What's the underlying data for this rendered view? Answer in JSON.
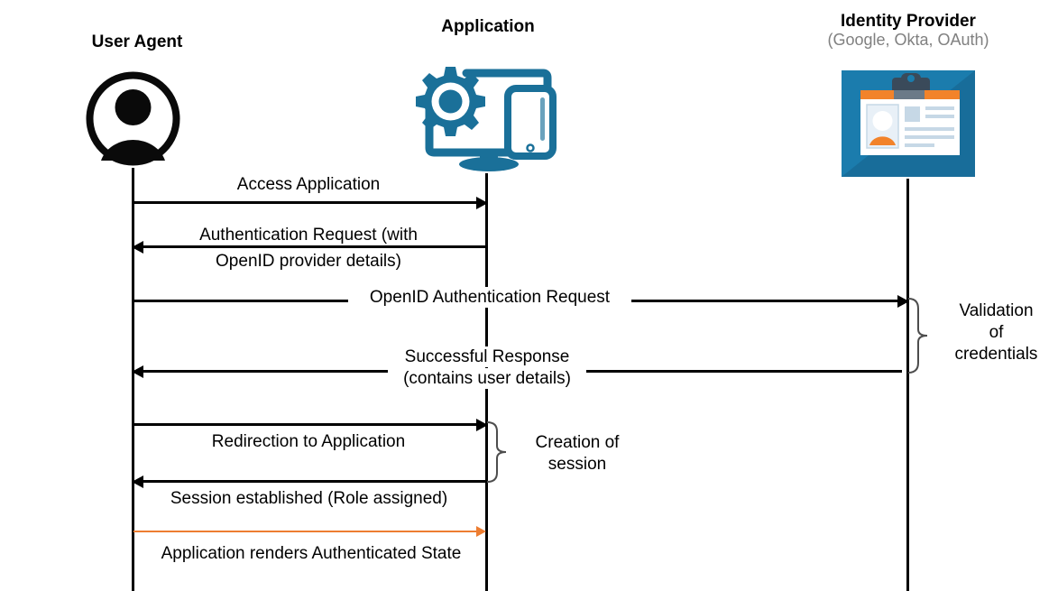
{
  "diagram": {
    "title": "OpenID Connect authentication sequence",
    "colors": {
      "line": "#000000",
      "accent_orange": "#ED7D31",
      "app_icon_blue": "#1A7099",
      "idp_icon_blue": "#1B7CAD",
      "idp_icon_blue_dark": "#15618A",
      "idp_accent_orange": "#F2832A",
      "subtitle_gray": "#808080"
    }
  },
  "actors": [
    {
      "id": "user-agent",
      "title": "User Agent",
      "subtitle": "",
      "icon": "user-circle-icon"
    },
    {
      "id": "application",
      "title": "Application",
      "subtitle": "",
      "icon": "monitor-gear-mobile-icon"
    },
    {
      "id": "identity-provider",
      "title": "Identity Provider",
      "subtitle": "(Google, Okta, OAuth)",
      "icon": "id-badge-icon"
    }
  ],
  "messages": [
    {
      "id": "access-application",
      "label": "Access Application",
      "from": "user-agent",
      "to": "application",
      "direction": "right",
      "color": "#000000"
    },
    {
      "id": "authentication-request",
      "label": "Authentication Request (with OpenID provider details)",
      "line1": "Authentication Request (with",
      "line2": "OpenID provider details)",
      "from": "application",
      "to": "user-agent",
      "direction": "left",
      "color": "#000000"
    },
    {
      "id": "openid-authentication-request",
      "label": "OpenID Authentication Request",
      "from": "user-agent",
      "to": "identity-provider",
      "direction": "right",
      "color": "#000000"
    },
    {
      "id": "successful-response",
      "label": "Successful Response (contains user details)",
      "line1": "Successful Response",
      "line2": "(contains user details)",
      "from": "identity-provider",
      "to": "user-agent",
      "direction": "left",
      "color": "#000000"
    },
    {
      "id": "redirection-to-application",
      "label": "Redirection to Application",
      "from": "user-agent",
      "to": "application",
      "direction": "right",
      "color": "#000000"
    },
    {
      "id": "session-established",
      "label": "Session established (Role assigned)",
      "from": "application",
      "to": "user-agent",
      "direction": "left",
      "color": "#000000"
    },
    {
      "id": "application-renders-authenticated-state",
      "label": "Application renders Authenticated State",
      "from": "user-agent",
      "to": "application",
      "direction": "right",
      "color": "#ED7D31"
    }
  ],
  "notes": [
    {
      "id": "validation-of-credentials",
      "line1": "Validation",
      "line2": "of",
      "line3": "credentials",
      "attached_to": "identity-provider"
    },
    {
      "id": "creation-of-session",
      "line1": "Creation of",
      "line2": "session",
      "attached_to": "application"
    }
  ]
}
